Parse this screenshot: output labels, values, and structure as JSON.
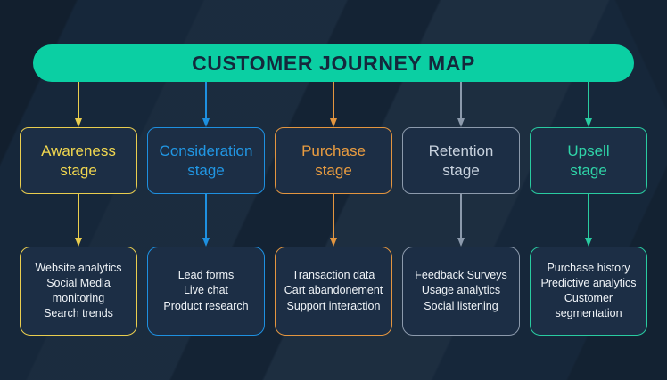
{
  "title": "CUSTOMER JOURNEY MAP",
  "banner": {
    "fill_color": "#0bcfa3",
    "text_color": "#14283c"
  },
  "background_color": "#16273a",
  "node_fill_color": "#1c2e45",
  "detail_text_color": "#f0f4f8",
  "stages": [
    {
      "name": "Awareness stage",
      "label_lines": [
        "Awareness",
        "stage"
      ],
      "accent_color": "#e9cd4e",
      "label_color": "#f0d64f",
      "detail_lines": [
        "Website analytics",
        "Social Media",
        "monitoring",
        "Search trends"
      ]
    },
    {
      "name": "Consideration stage",
      "label_lines": [
        "Consideration",
        "stage"
      ],
      "accent_color": "#1e90e0",
      "label_color": "#2197e4",
      "detail_lines": [
        "Lead forms",
        "Live chat",
        "Product research"
      ]
    },
    {
      "name": "Purchase stage",
      "label_lines": [
        "Purchase",
        "stage"
      ],
      "accent_color": "#e3953f",
      "label_color": "#e99c40",
      "detail_lines": [
        "Transaction data",
        "Cart abandonement",
        "Support interaction"
      ]
    },
    {
      "name": "Retention stage",
      "label_lines": [
        "Retention",
        "stage"
      ],
      "accent_color": "#8c9aac",
      "label_color": "#c8d2de",
      "detail_lines": [
        "Feedback Surveys",
        "Usage analytics",
        "Social listening"
      ]
    },
    {
      "name": "Upsell stage",
      "label_lines": [
        "Upsell",
        "stage"
      ],
      "accent_color": "#29cba0",
      "label_color": "#2fd4a8",
      "detail_lines": [
        "Purchase history",
        "Predictive analytics",
        "Customer",
        "segmentation"
      ]
    }
  ]
}
